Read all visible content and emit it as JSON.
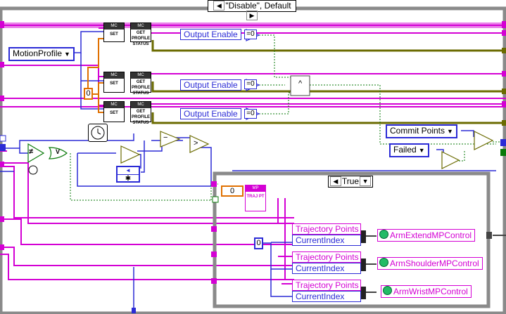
{
  "case_selector": {
    "label": "\"Disable\", Default"
  },
  "inner_case": {
    "label": "True"
  },
  "enum_motion_profile": "MotionProfile",
  "enum_commit_points": "Commit Points",
  "enum_failed": "Failed",
  "output_enable_labels": [
    "Output Enable",
    "Output Enable",
    "Output Enable"
  ],
  "eq_zero_label": "=0",
  "constant_zero": "0",
  "constant_zero_inner": "0",
  "mc_set_nodes": [
    {
      "header": "MC",
      "body": "SET"
    },
    {
      "header": "MC",
      "body": "SET"
    },
    {
      "header": "MC",
      "body": "SET"
    }
  ],
  "mc_status_nodes": [
    {
      "header": "MC",
      "body": "GET PROFILE STATUS"
    },
    {
      "header": "MC",
      "body": "GET PROFILE STATUS"
    },
    {
      "header": "MC",
      "body": "GET PROFILE STATUS"
    }
  ],
  "and_symbol": "^",
  "neq_symbol": "≠",
  "or_symbol": "V",
  "gt_symbol": ">",
  "minus_symbol": "−",
  "mp_traj": {
    "header": "MP",
    "body": "TRAJ PT"
  },
  "traj_props": [
    {
      "traj": "Trajectory Points",
      "index": "CurrentIndex"
    },
    {
      "traj": "Trajectory Points",
      "index": "CurrentIndex"
    },
    {
      "traj": "Trajectory Points",
      "index": "CurrentIndex"
    }
  ],
  "refs": [
    "ArmExtendMPControl",
    "ArmShoulderMPControl",
    "ArmWristMPControl"
  ],
  "colors": {
    "pink": "#d400d4",
    "blue": "#2b2bd6",
    "olive": "#6b6b00",
    "orange": "#e07000",
    "green": "#0a7a0a",
    "frame": "#8a8a8a"
  }
}
